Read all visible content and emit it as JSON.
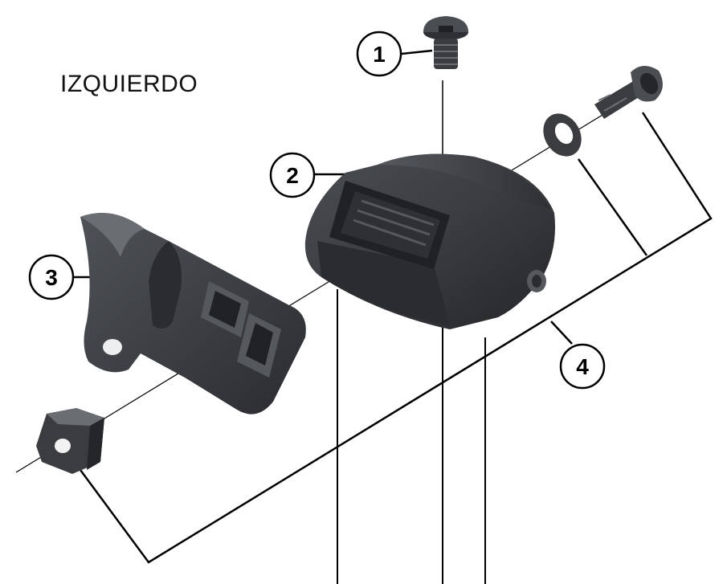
{
  "title": "IZQUIERDO",
  "callouts": [
    {
      "id": "1",
      "label": "1"
    },
    {
      "id": "2",
      "label": "2"
    },
    {
      "id": "3",
      "label": "3"
    },
    {
      "id": "4",
      "label": "4"
    }
  ],
  "colors": {
    "part_dark": "#3a3c40",
    "part_mid": "#55585d",
    "part_light": "#7a7d82",
    "line": "#000000"
  }
}
